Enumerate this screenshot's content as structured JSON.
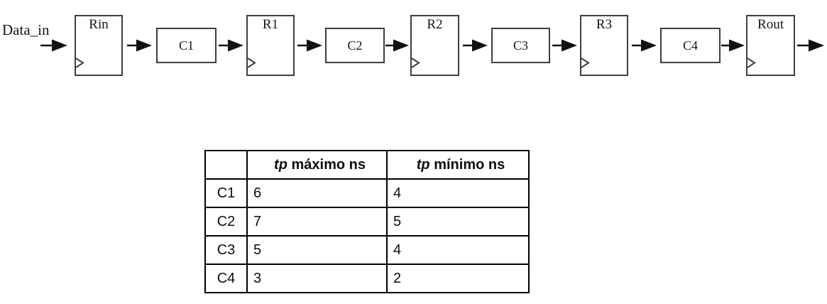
{
  "diagram": {
    "input_label": "Data_in",
    "stages": [
      {
        "type": "register",
        "label": "Rin"
      },
      {
        "type": "combinational",
        "label": "C1"
      },
      {
        "type": "register",
        "label": "R1"
      },
      {
        "type": "combinational",
        "label": "C2"
      },
      {
        "type": "register",
        "label": "R2"
      },
      {
        "type": "combinational",
        "label": "C3"
      },
      {
        "type": "register",
        "label": "R3"
      },
      {
        "type": "combinational",
        "label": "C4"
      },
      {
        "type": "register",
        "label": "Rout"
      }
    ]
  },
  "table": {
    "header": {
      "col0": "",
      "col1": {
        "em": "tp",
        "rest": " máximo ns"
      },
      "col2": {
        "em": "tp",
        "rest": " mínimo ns"
      }
    },
    "rows": [
      {
        "name": "C1",
        "tp_max": "6",
        "tp_min": "4"
      },
      {
        "name": "C2",
        "tp_max": "7",
        "tp_min": "5"
      },
      {
        "name": "C3",
        "tp_max": "5",
        "tp_min": "4"
      },
      {
        "name": "C4",
        "tp_max": "3",
        "tp_min": "2"
      }
    ]
  },
  "colors": {
    "box_border": "#3e3e3e",
    "table_border": "#000000",
    "arrow": "#111111",
    "text": "#141414",
    "background": "#ffffff"
  }
}
